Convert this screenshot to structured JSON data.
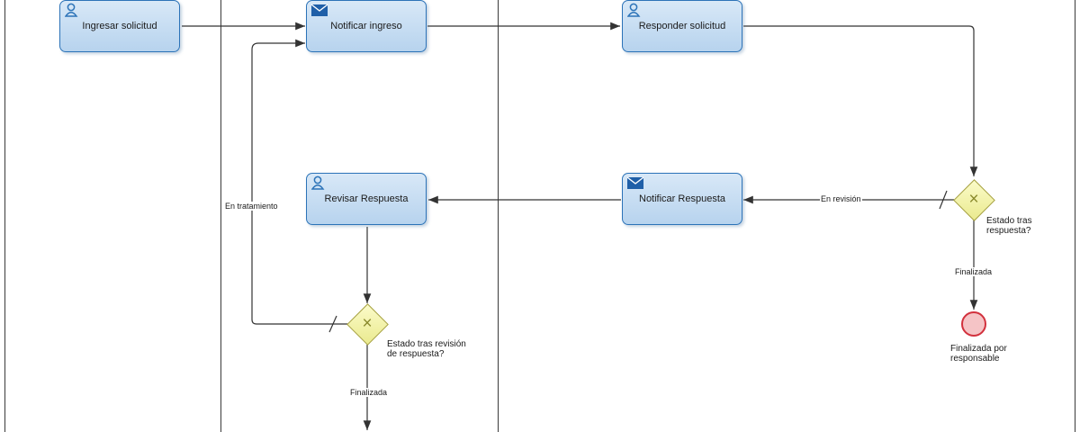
{
  "tasks": {
    "ingresar": {
      "label": "Ingresar solicitud",
      "icon": "user-icon"
    },
    "notificar_ingreso": {
      "label": "Notificar ingreso",
      "icon": "envelope-icon"
    },
    "responder": {
      "label": "Responder solicitud",
      "icon": "user-icon"
    },
    "notificar_respuesta": {
      "label": "Notificar Respuesta",
      "icon": "envelope-icon"
    },
    "revisar": {
      "label": "Revisar Respuesta",
      "icon": "user-icon"
    }
  },
  "gateways": {
    "estado_respuesta": {
      "label_line1": "Estado tras",
      "label_line2": "respuesta?"
    },
    "estado_revision": {
      "label_line1": "Estado tras revisión",
      "label_line2": "de respuesta?"
    }
  },
  "end_event": {
    "label_line1": "Finalizada por",
    "label_line2": "responsable"
  },
  "flow_labels": {
    "en_revision": "En revisión",
    "finalizada_right": "Finalizada",
    "en_tratamiento": "En tratamiento",
    "finalizada_bottom": "Finalizada"
  },
  "colors": {
    "task_border": "#2c73b8",
    "task_fill": "#c6ddf2",
    "gateway_fill": "#f2f2b0",
    "end_event_border": "#d2313d",
    "edge": "#333333"
  }
}
